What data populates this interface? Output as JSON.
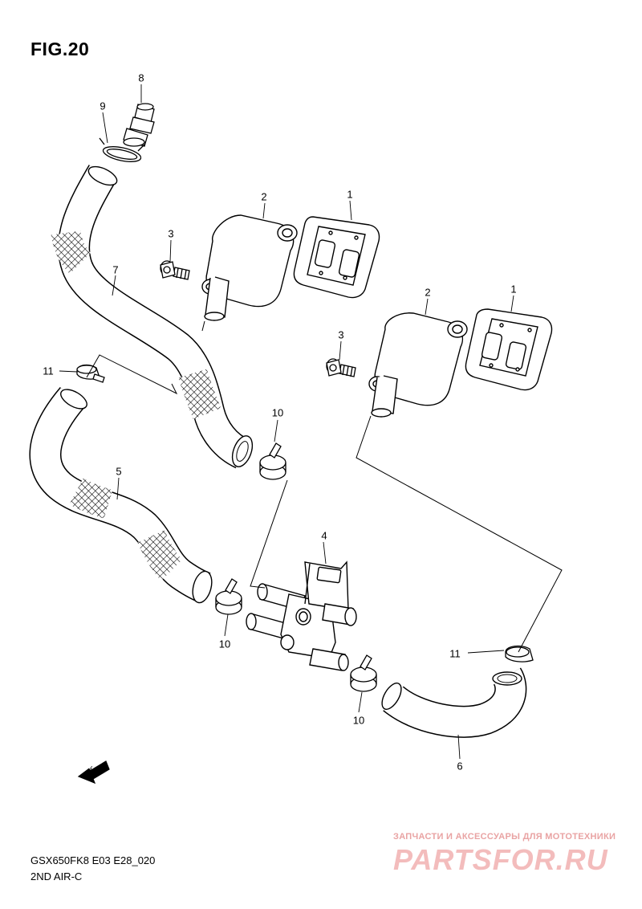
{
  "figure": {
    "title": "FIG.20"
  },
  "callouts": {
    "p1a": "1",
    "p1b": "1",
    "p2a": "2",
    "p2b": "2",
    "p3a": "3",
    "p3b": "3",
    "p4": "4",
    "p5": "5",
    "p6": "6",
    "p7": "7",
    "p8": "8",
    "p9": "9",
    "p10a": "10",
    "p10b": "10",
    "p10c": "10",
    "p11a": "11",
    "p11b": "11"
  },
  "fwd_label": "FWD",
  "footer": {
    "model_code": "GSX650FK8 E03 E28_020",
    "section_name": "2ND AIR-C"
  },
  "watermark": {
    "tagline": "ЗАПЧАСТИ И АКСЕССУАРЫ ДЛЯ МОТОТЕХНИКИ",
    "site": "PARTSFOR.RU"
  }
}
